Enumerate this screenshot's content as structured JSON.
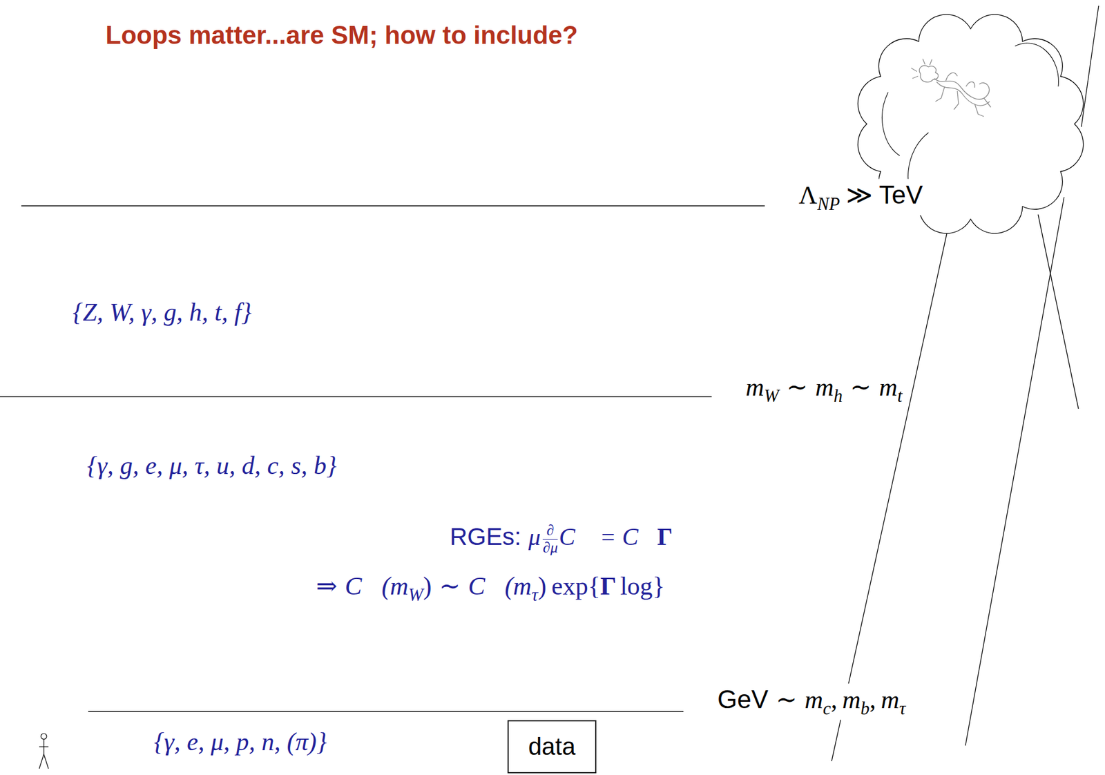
{
  "diagram": {
    "title": "Loops matter...are SM; how to include?",
    "nodes": [
      {
        "text": [
          "data"
        ]
      }
    ],
    "labels": [
      "Λ",
      "NP",
      "≫",
      "TeV",
      "{Z, W, γ, g, h, t, f}",
      "m",
      "W",
      "∼",
      "m",
      "h",
      "∼",
      "m",
      "t",
      "{γ, g, e, μ, τ, u, d, c, s, b}",
      "RGEs:",
      "μ",
      "∂",
      "∂μ",
      "C⃗",
      "=",
      "C⃗",
      "Γ",
      "⇒",
      "C⃗",
      "(m",
      "W",
      ")",
      "∼",
      "C⃗",
      "(m",
      "τ",
      ")",
      "exp{",
      "Γ",
      "log}",
      "GeV",
      "∼",
      "m",
      "c",
      ",",
      "m",
      "b",
      ",",
      "m",
      "τ",
      "{γ, e, μ, p, n, (π)}"
    ]
  }
}
